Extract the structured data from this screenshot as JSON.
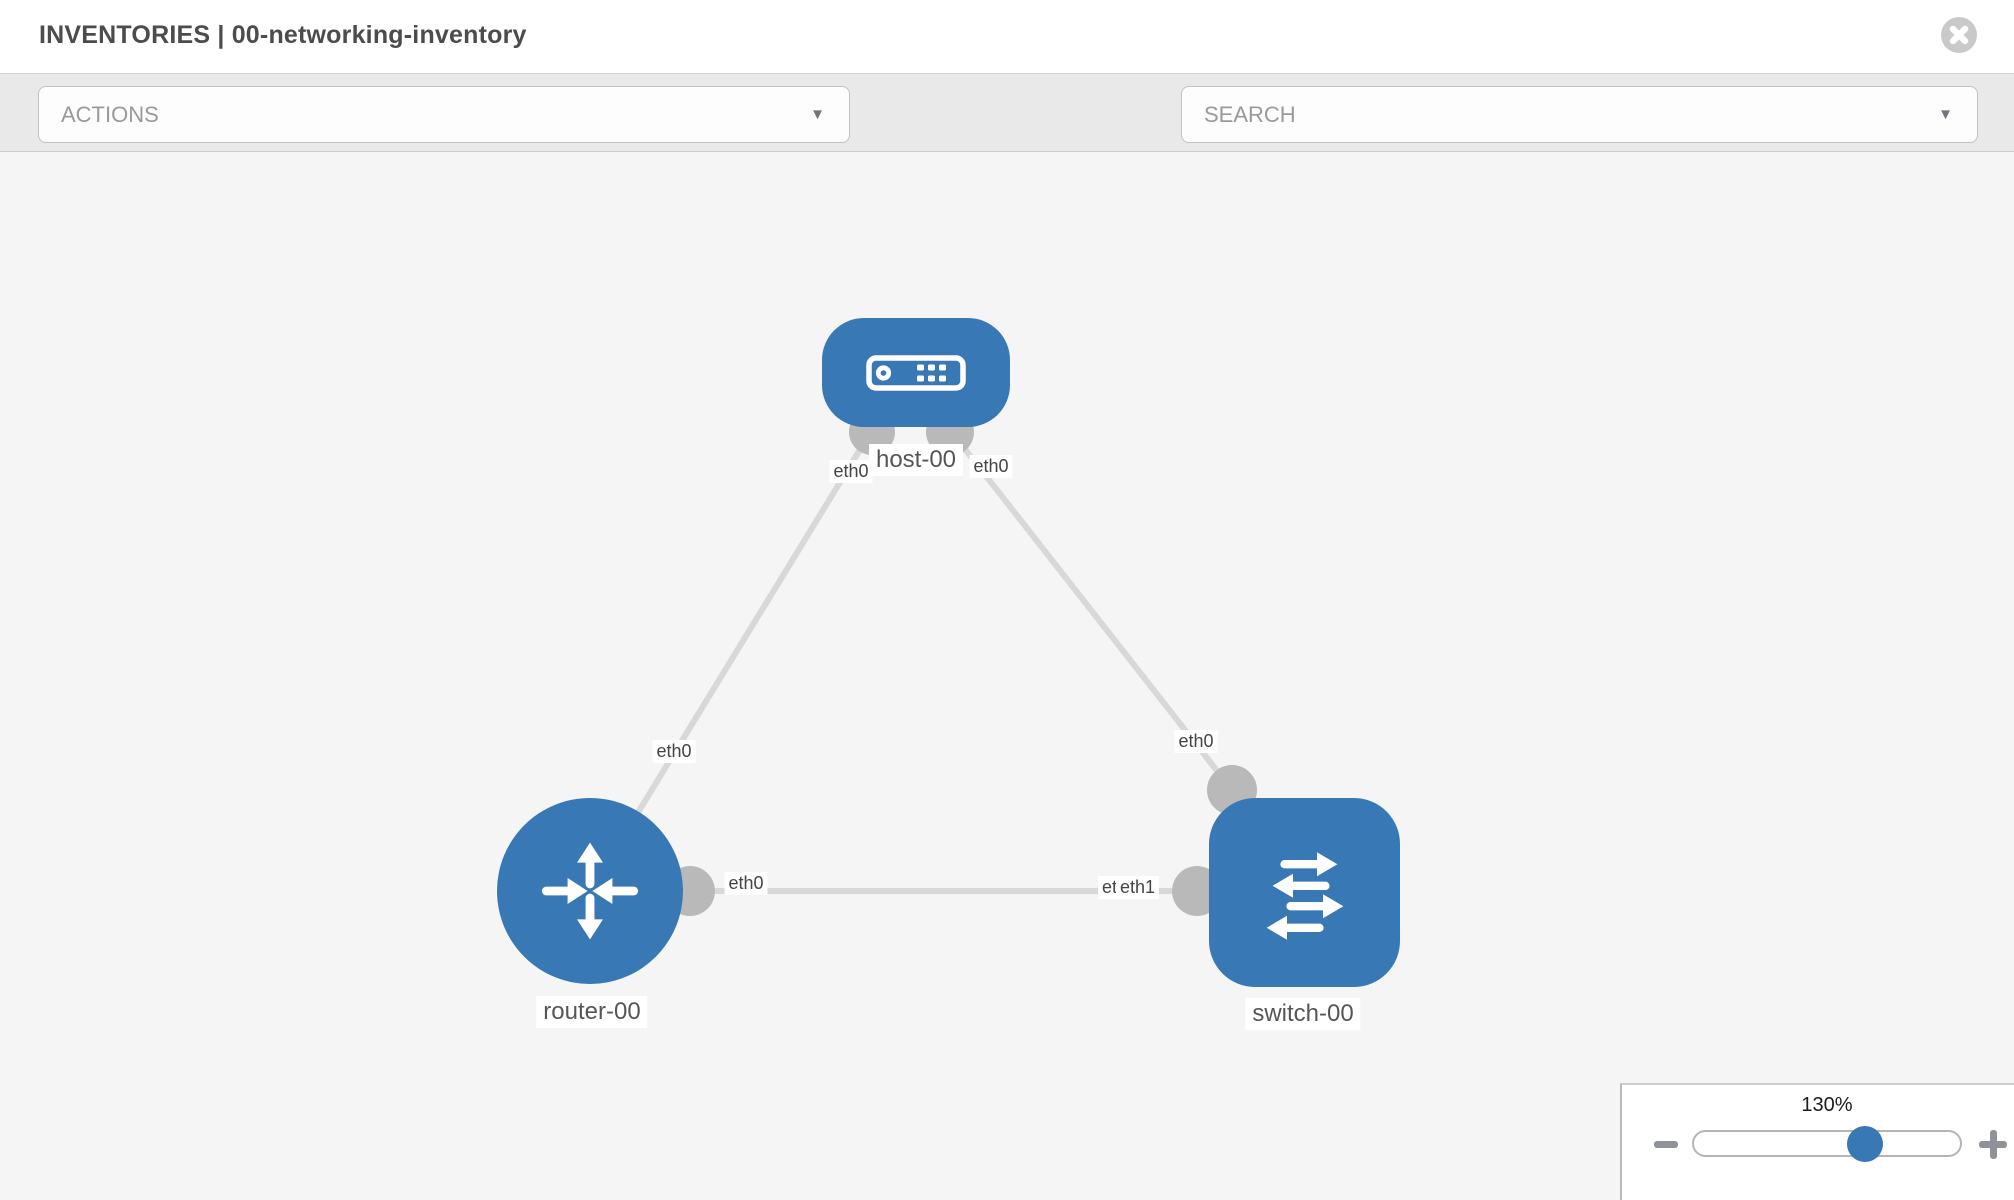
{
  "header": {
    "title": "INVENTORIES | 00-networking-inventory"
  },
  "toolbar": {
    "actions_label": "ACTIONS",
    "search_label": "SEARCH",
    "caret": "▼"
  },
  "topology": {
    "nodes": [
      {
        "name": "host-00",
        "type": "host"
      },
      {
        "name": "router-00",
        "type": "router"
      },
      {
        "name": "switch-00",
        "type": "switch"
      }
    ],
    "links": [
      {
        "from": "host-00",
        "to": "router-00"
      },
      {
        "from": "host-00",
        "to": "switch-00"
      },
      {
        "from": "router-00",
        "to": "switch-00"
      }
    ],
    "port_labels": {
      "host_to_router": "eth0",
      "host_to_switch": "eth0",
      "router_to_host": "eth0",
      "switch_to_host": "eth0",
      "router_to_switch": "eth0",
      "switch_to_router_back": "eth0",
      "switch_to_router_front": "eth1"
    }
  },
  "zoom_control": {
    "level": "130%"
  },
  "colors": {
    "node_blue": "#3878b4",
    "canvas_bg": "#f5f5f5",
    "toolbar_bg": "#e9e9e9",
    "link_gray": "#d8d8d8",
    "endpoint_gray": "#b9b9b9"
  }
}
